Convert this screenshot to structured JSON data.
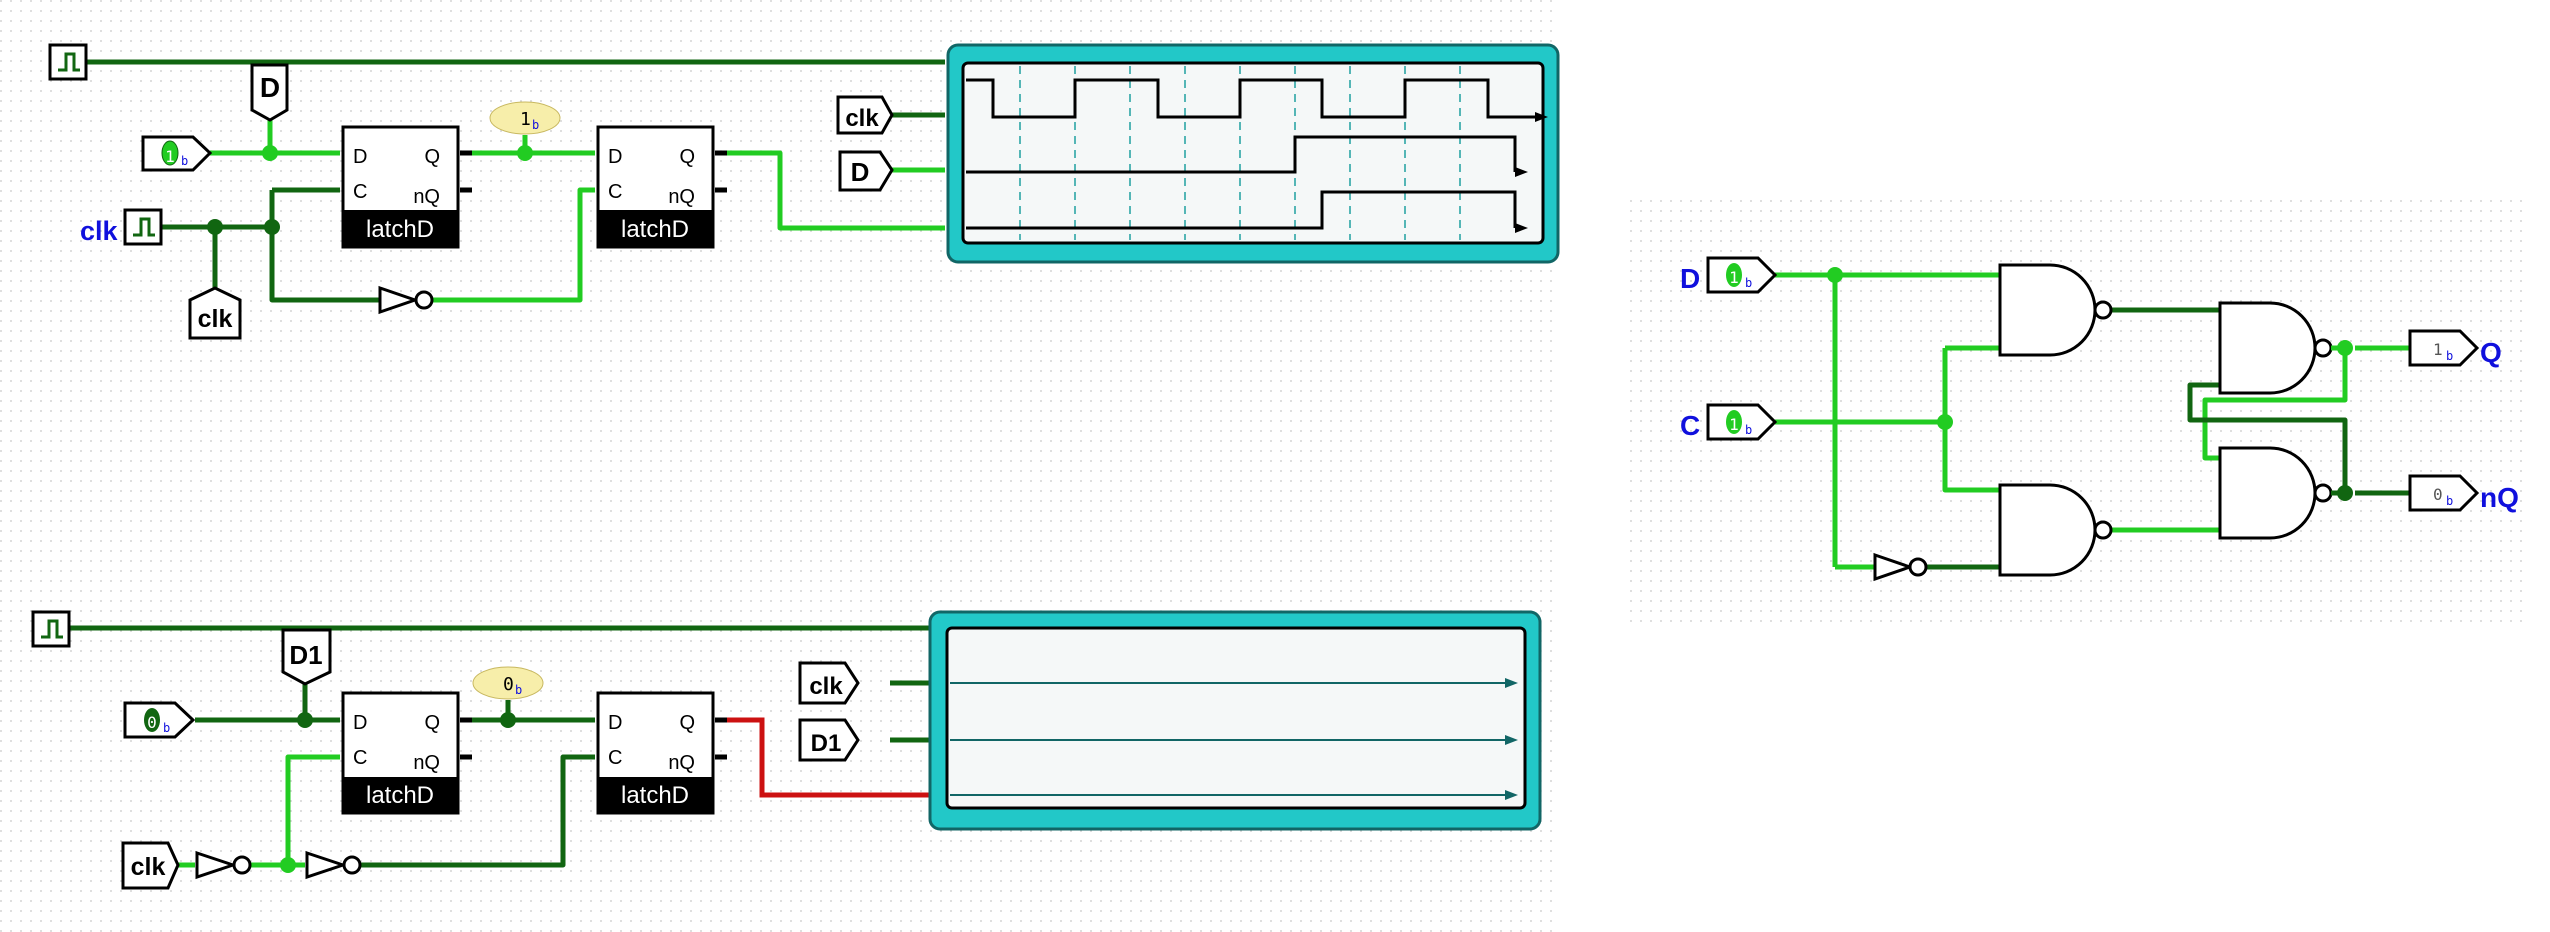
{
  "colors": {
    "wire_high": "#22cc22",
    "wire_low": "#116611",
    "wire_error": "#cc1111",
    "probe_fill": "#f7eeaa",
    "scope_frame": "#22c8c8",
    "pin_label": "#1010dd"
  },
  "circuit_top": {
    "d_tunnel": "D",
    "input_value": "1",
    "input_subscript": "b",
    "clk_label": "clk",
    "clk_tunnel": "clk",
    "probe_value": "1",
    "probe_subscript": "b",
    "latch1": {
      "pin_d": "D",
      "pin_c": "C",
      "pin_q": "Q",
      "pin_nq": "nQ",
      "name": "latchD"
    },
    "latch2": {
      "pin_d": "D",
      "pin_c": "C",
      "pin_q": "Q",
      "pin_nq": "nQ",
      "name": "latchD"
    },
    "scope": {
      "ch1": "clk",
      "ch2": "D"
    }
  },
  "circuit_bottom": {
    "d_tunnel": "D1",
    "input_value": "0",
    "input_subscript": "b",
    "clk_tunnel": "clk",
    "probe_value": "0",
    "probe_subscript": "b",
    "latch1": {
      "pin_d": "D",
      "pin_c": "C",
      "pin_q": "Q",
      "pin_nq": "nQ",
      "name": "latchD"
    },
    "latch2": {
      "pin_d": "D",
      "pin_c": "C",
      "pin_q": "Q",
      "pin_nq": "nQ",
      "name": "latchD"
    },
    "scope": {
      "ch1": "clk",
      "ch2": "D1"
    }
  },
  "latch_circuit": {
    "d_label": "D",
    "c_label": "C",
    "d_value": "1",
    "c_value": "1",
    "in_subscript": "b",
    "q_value": "1",
    "nq_value": "0",
    "out_subscript": "b",
    "q_label": "Q",
    "nq_label": "nQ"
  }
}
